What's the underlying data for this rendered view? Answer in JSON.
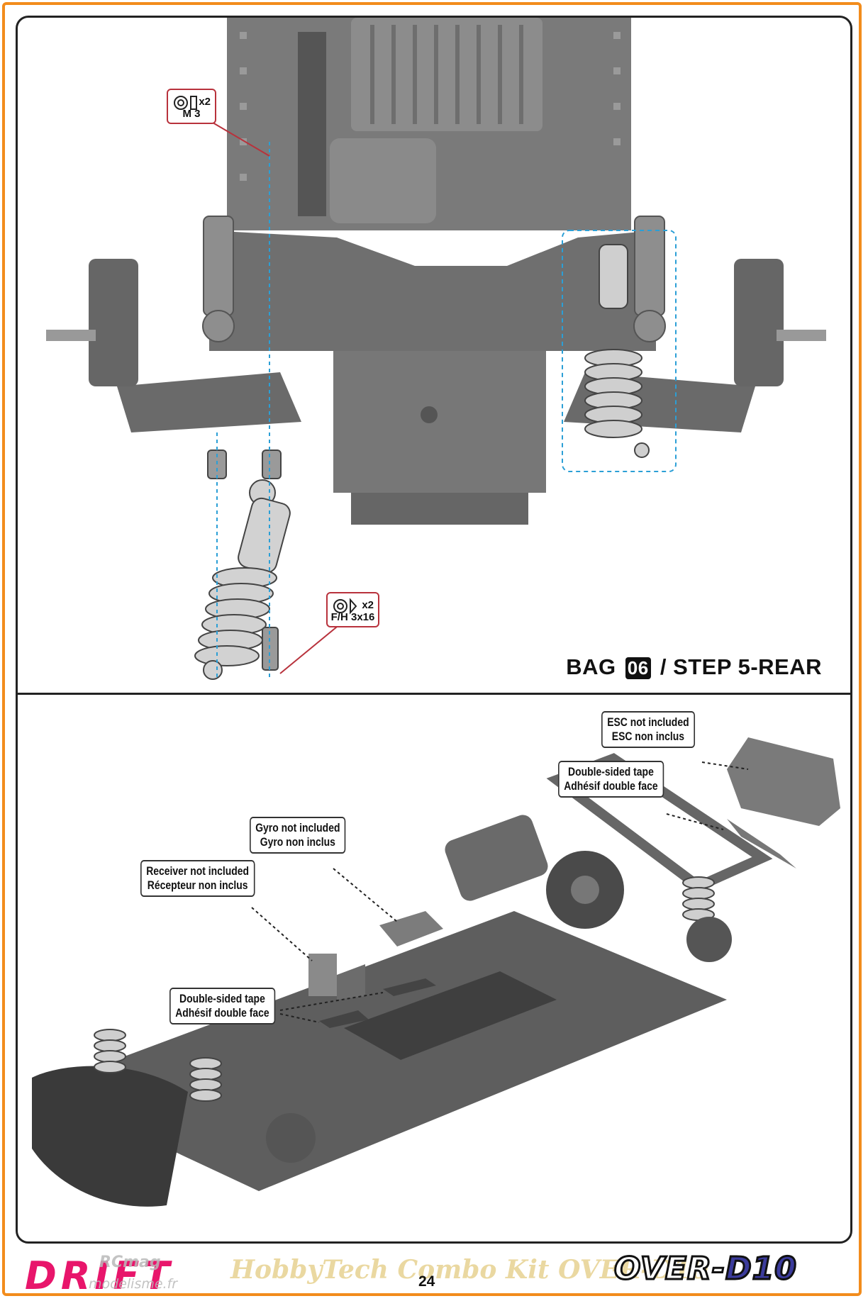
{
  "upper_section": {
    "hardware_top": {
      "quantity": "x2",
      "size": "M 3"
    },
    "hardware_bottom": {
      "quantity": "x2",
      "size": "F/H 3x16"
    },
    "step": {
      "bag_label": "BAG",
      "bag_number": "06",
      "step_label": "/ STEP 5-REAR"
    }
  },
  "lower_section": {
    "callouts": {
      "esc": [
        "ESC not included",
        "ESC non inclus"
      ],
      "tape_esc": [
        "Double-sided tape",
        "Adhésif double face"
      ],
      "gyro": [
        "Gyro not included",
        "Gyro non inclus"
      ],
      "receiver": [
        "Receiver not included",
        "Récepteur non inclus"
      ],
      "tape_receiver": [
        "Double-sided tape",
        "Adhésif double face"
      ]
    }
  },
  "footer": {
    "brand_left": "DRIFT",
    "watermark_main": "HobbyTech Combo Kit OVER-D10",
    "watermark_site1": "RCmag",
    "watermark_site2": "modelisme.fr",
    "page_number": "24",
    "brand_right_a": "OVER-",
    "brand_right_b": "D10"
  }
}
